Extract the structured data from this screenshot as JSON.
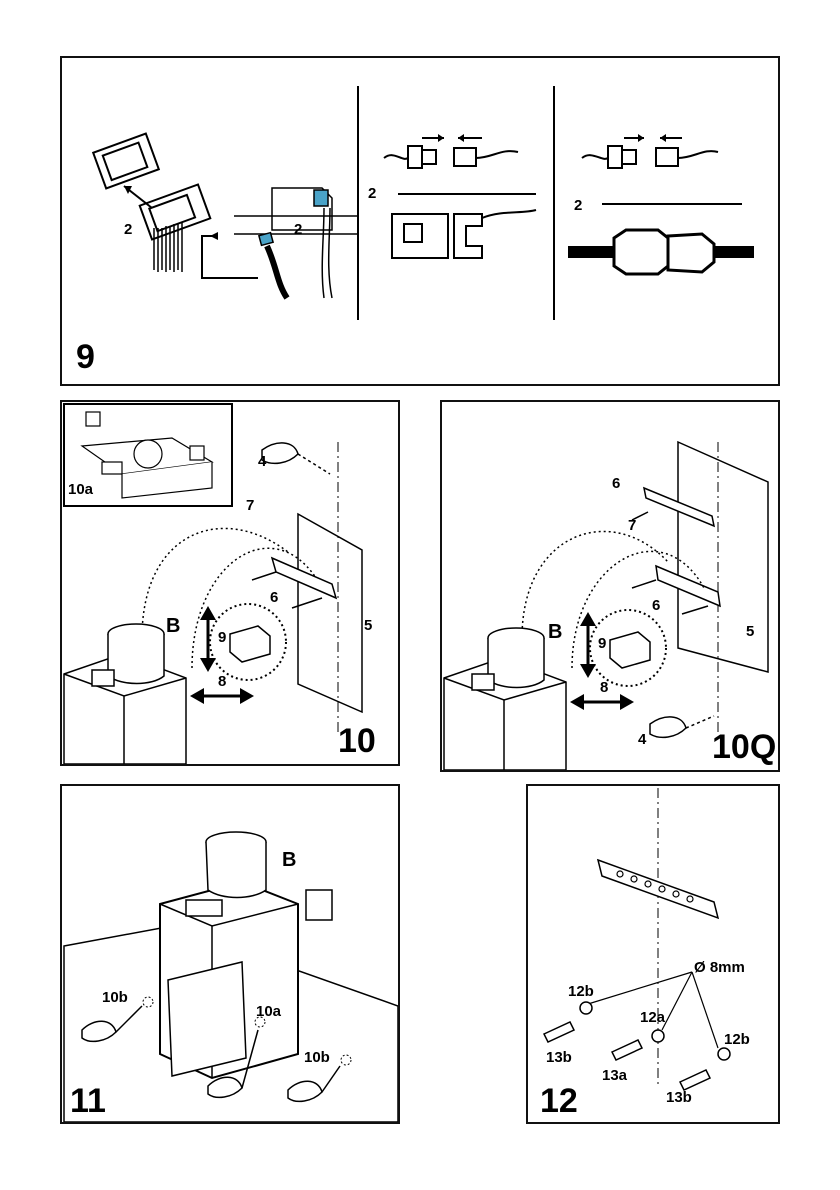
{
  "panel9": {
    "number": "9",
    "labels": {
      "a": "2",
      "b": "2",
      "c": "2",
      "d": "2"
    }
  },
  "panel10": {
    "number": "10",
    "inset_label": "10a",
    "labels": {
      "l4": "4",
      "l7": "7",
      "l6": "6",
      "l5": "5",
      "lB": "B",
      "l9": "9",
      "l8": "8"
    }
  },
  "panel10q": {
    "number": "10Q",
    "labels": {
      "l6a": "6",
      "l7": "7",
      "l6b": "6",
      "l5": "5",
      "lB": "B",
      "l9": "9",
      "l8": "8",
      "l4": "4"
    }
  },
  "panel11": {
    "number": "11",
    "labels": {
      "lB": "B",
      "l10b1": "10b",
      "l10a": "10a",
      "l10b2": "10b"
    }
  },
  "panel12": {
    "number": "12",
    "labels": {
      "dia": "Ø 8mm",
      "l12b1": "12b",
      "l12a": "12a",
      "l12b2": "12b",
      "l13b1": "13b",
      "l13a": "13a",
      "l13b2": "13b"
    }
  }
}
